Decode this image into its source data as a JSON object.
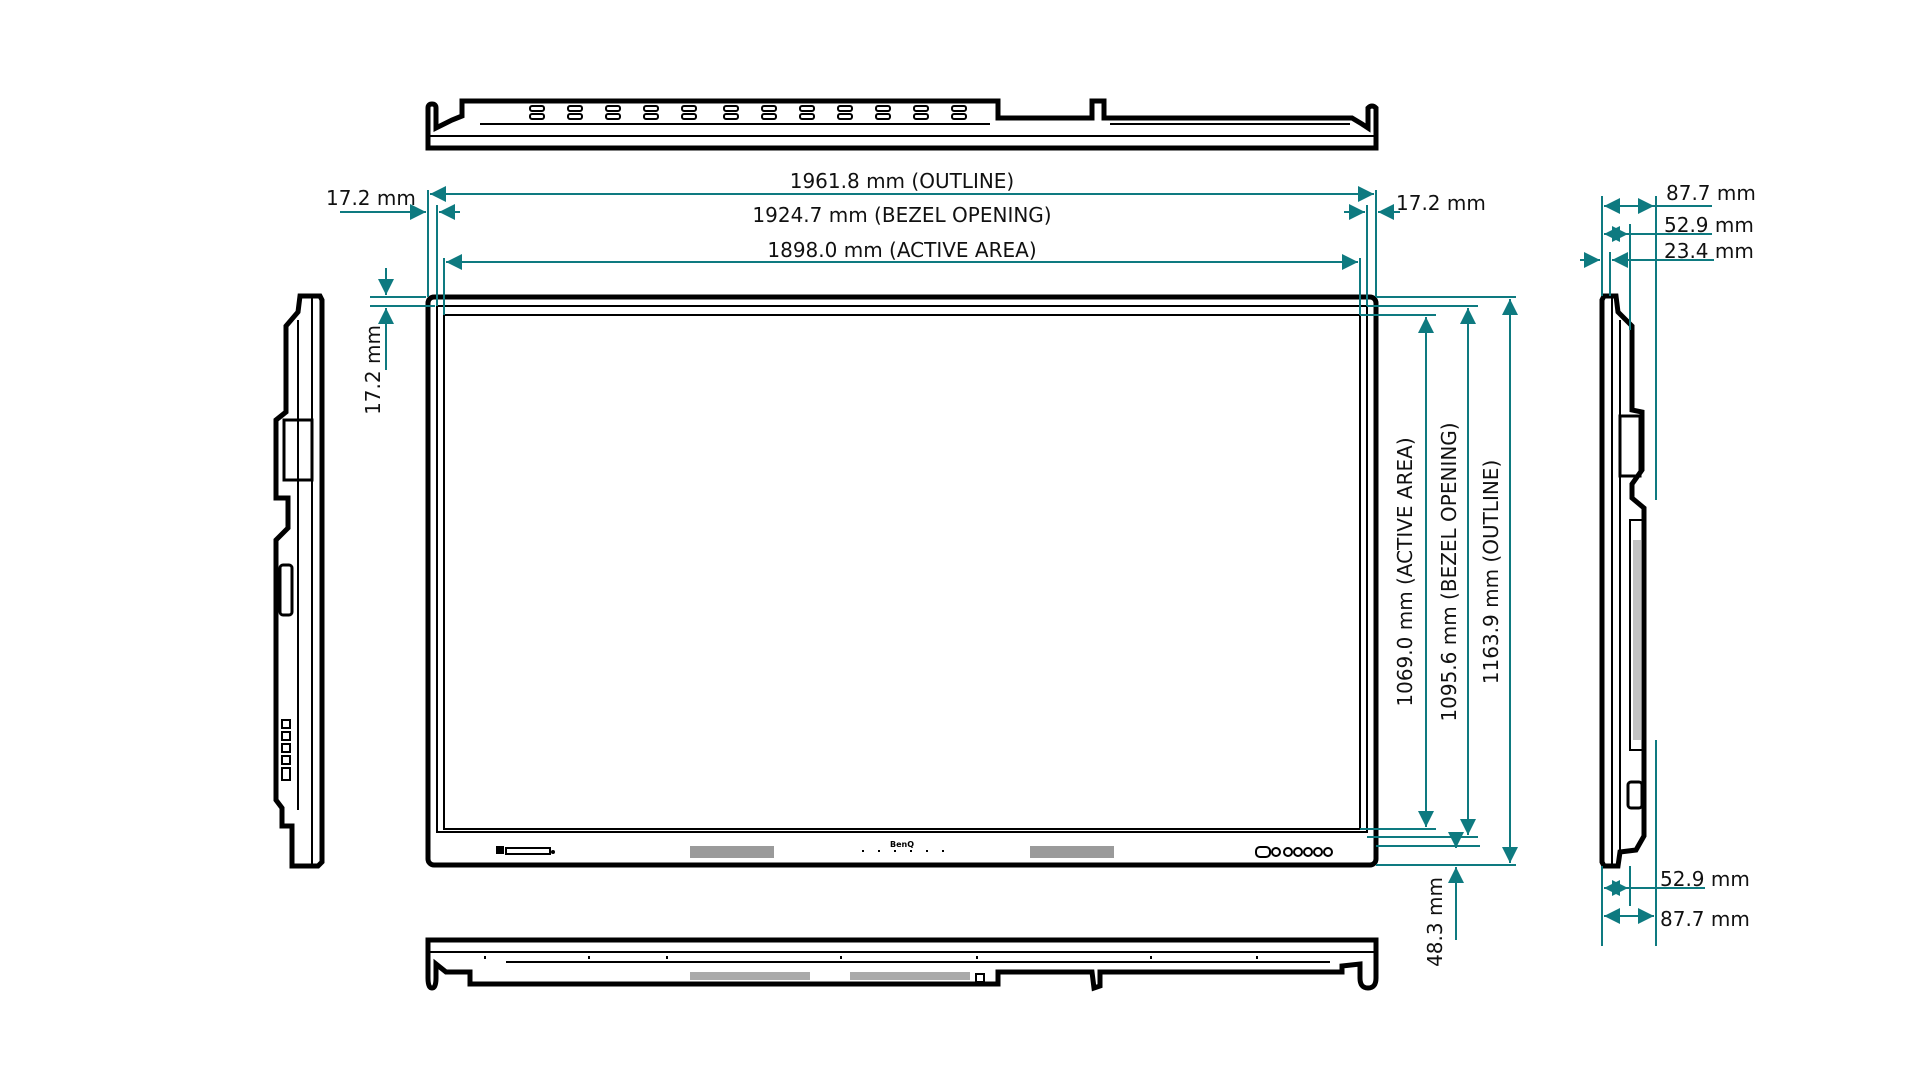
{
  "diagram": {
    "type": "technical-dimension-drawing",
    "accent_color": "#0e7a80",
    "line_color": "#000000",
    "views": [
      "top-view",
      "front-view",
      "left-side-view",
      "right-side-view",
      "bottom-view"
    ],
    "front_view": {
      "brand_logo": "BenQ",
      "width_labels": {
        "outline": "1961.8 mm (OUTLINE)",
        "bezel_opening": "1924.7 mm (BEZEL OPENING)",
        "active_area": "1898.0 mm (ACTIVE AREA)"
      },
      "height_labels": {
        "active_area": "1069.0 mm (ACTIVE AREA)",
        "bezel_opening": "1095.6 mm (BEZEL OPENING)",
        "outline": "1163.9 mm (OUTLINE)"
      },
      "bezel_left": "17.2 mm",
      "bezel_right": "17.2 mm",
      "bezel_top": "17.2 mm",
      "bezel_bottom": "48.3 mm"
    },
    "side_view_top_labels": {
      "depth_total": "87.7 mm",
      "depth_mid": "52.9 mm",
      "depth_panel": "23.4 mm"
    },
    "side_view_bottom_labels": {
      "depth_mid": "52.9 mm",
      "depth_total": "87.7 mm"
    }
  }
}
